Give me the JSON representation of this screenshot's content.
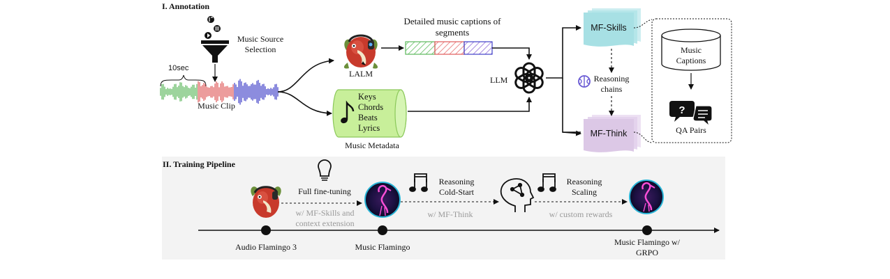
{
  "section1": {
    "title": "I. Annotation"
  },
  "source": {
    "label_line1": "Music Source",
    "label_line2": "Selection"
  },
  "clip": {
    "duration_label": "10sec",
    "label": "Music Clip"
  },
  "lalm": {
    "label": "LALM"
  },
  "captions": {
    "label_line1": "Detailed music captions of",
    "label_line2": "segments"
  },
  "metadata": {
    "items": [
      "Keys",
      "Chords",
      "Beats",
      "Lyrics"
    ],
    "label": "Music Metadata"
  },
  "llm": {
    "label": "LLM"
  },
  "mf_skills": {
    "label": "MF-Skills"
  },
  "mf_think": {
    "label": "MF-Think"
  },
  "reasoning_chains": {
    "line1": "Reasoning",
    "line2": "chains"
  },
  "qa_box": {
    "db_line1": "Music",
    "db_line2": "Captions",
    "qa_label": "QA Pairs"
  },
  "section2": {
    "title": "II. Training Pipeline"
  },
  "pipeline": {
    "stage1": {
      "title": "Full fine-tuning",
      "sub1": "w/ MF-Skills and",
      "sub2": "context extension"
    },
    "stage2": {
      "title1": "Reasoning",
      "title2": "Cold-Start",
      "sub": "w/ MF-Think"
    },
    "stage3": {
      "title1": "Reasoning",
      "title2": "Scaling",
      "sub": "w/ custom rewards"
    },
    "milestone1": "Audio Flamingo 3",
    "milestone2": "Music Flamingo",
    "milestone3_line1": "Music Flamingo w/",
    "milestone3_line2": "GRPO"
  },
  "colors": {
    "green": "#5cb85c",
    "red": "#e05a5a",
    "blue": "#3f3fc8",
    "purple": "#8a63d2",
    "mf_skills": "#a7e0e4",
    "mf_think": "#dcc8e6",
    "metadata": "#c8ef9a",
    "panel": "#f3f3f3"
  }
}
